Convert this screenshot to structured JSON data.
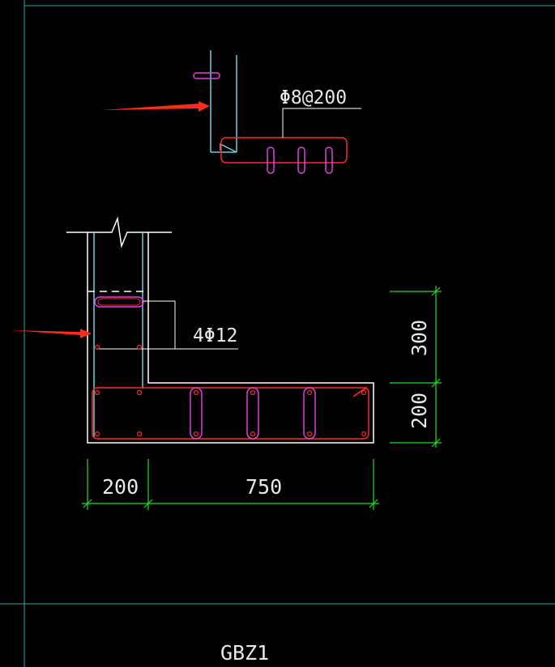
{
  "title": "GBZ1",
  "annotations": {
    "stirrup_spec": "Φ8@200",
    "bar_spec": "4Φ12"
  },
  "dimensions": {
    "vertical_upper": "300",
    "vertical_lower": "200",
    "horizontal_left": "200",
    "horizontal_right": "750"
  },
  "colors": {
    "background": "#000000",
    "frame_line": "#2aa8a0",
    "outline": "#ffffff",
    "rebar_cyan": "#5fd3e0",
    "rebar_red": "#ff2828",
    "tie_magenta": "#e040e0",
    "dimension": "#20e020",
    "arrow": "#ff2a1a",
    "text": "#e8e8e8"
  }
}
